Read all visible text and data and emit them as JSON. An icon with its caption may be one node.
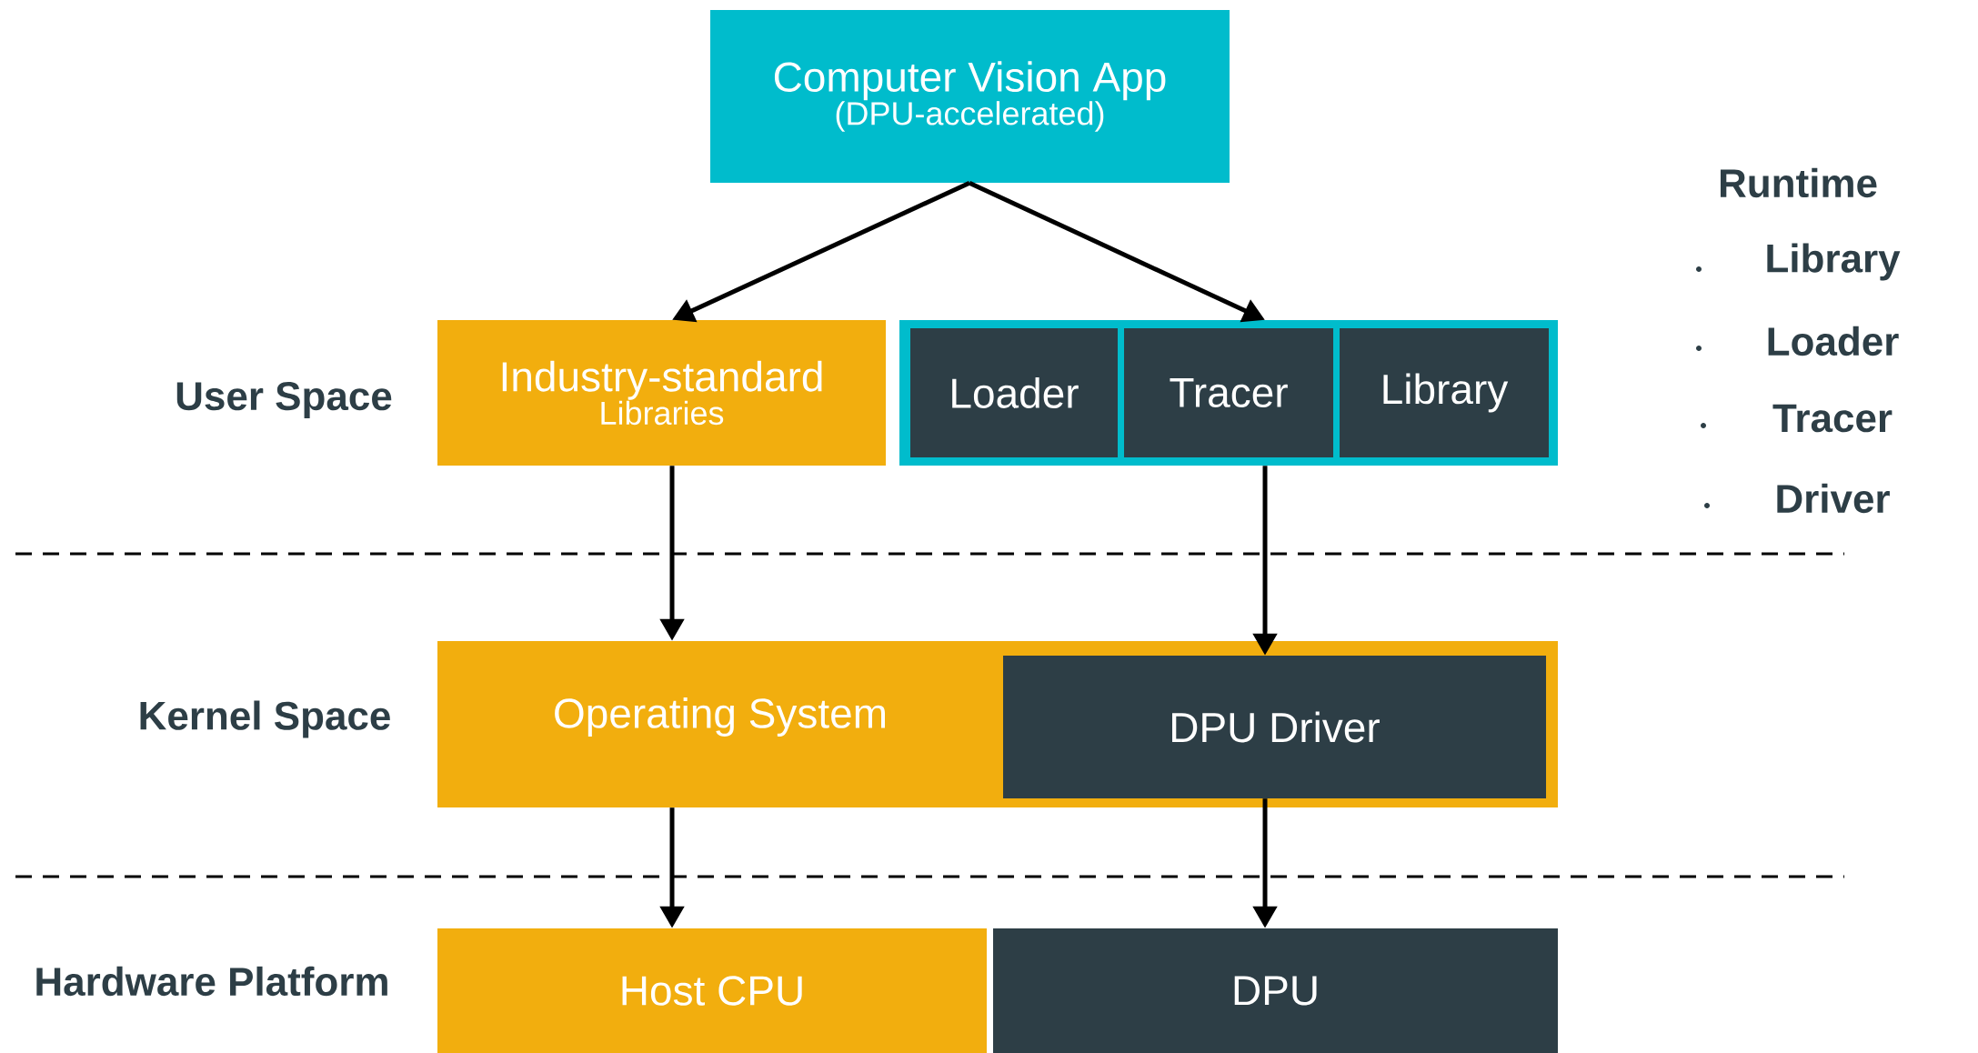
{
  "diagram": {
    "nodes": [
      {
        "text": [
          "Computer Vision App",
          "(DPU-accelerated)"
        ]
      },
      {
        "text": [
          "Industry-standard",
          "Libraries"
        ]
      },
      {
        "text": [],
        "shape": "box"
      },
      {
        "text": [
          "Loader"
        ],
        "in": 2
      },
      {
        "text": [
          "Tracer"
        ],
        "in": 2
      },
      {
        "text": [
          "Library"
        ],
        "in": 2
      },
      {
        "text": [
          "Operating System"
        ]
      },
      {
        "text": [
          "DPU Driver"
        ],
        "in": 6
      },
      {
        "text": [
          "Host CPU"
        ]
      },
      {
        "text": [
          "DPU"
        ]
      }
    ],
    "edges": [
      {
        "from": 0,
        "to": 1,
        "arrow": "to"
      },
      {
        "from": 0,
        "to": 2,
        "arrow": "to"
      },
      {
        "from": 1,
        "to": 6,
        "arrow": "to"
      },
      {
        "from": 2,
        "to": 7,
        "arrow": "to"
      },
      {
        "from": 6,
        "to": 8,
        "arrow": "to"
      },
      {
        "from": 7,
        "to": 9,
        "arrow": "to"
      }
    ],
    "labels": [
      "User Space",
      "Kernel Space",
      "Hardware Platform",
      "Runtime",
      "Library",
      "Loader",
      "Tracer",
      "Driver"
    ]
  }
}
